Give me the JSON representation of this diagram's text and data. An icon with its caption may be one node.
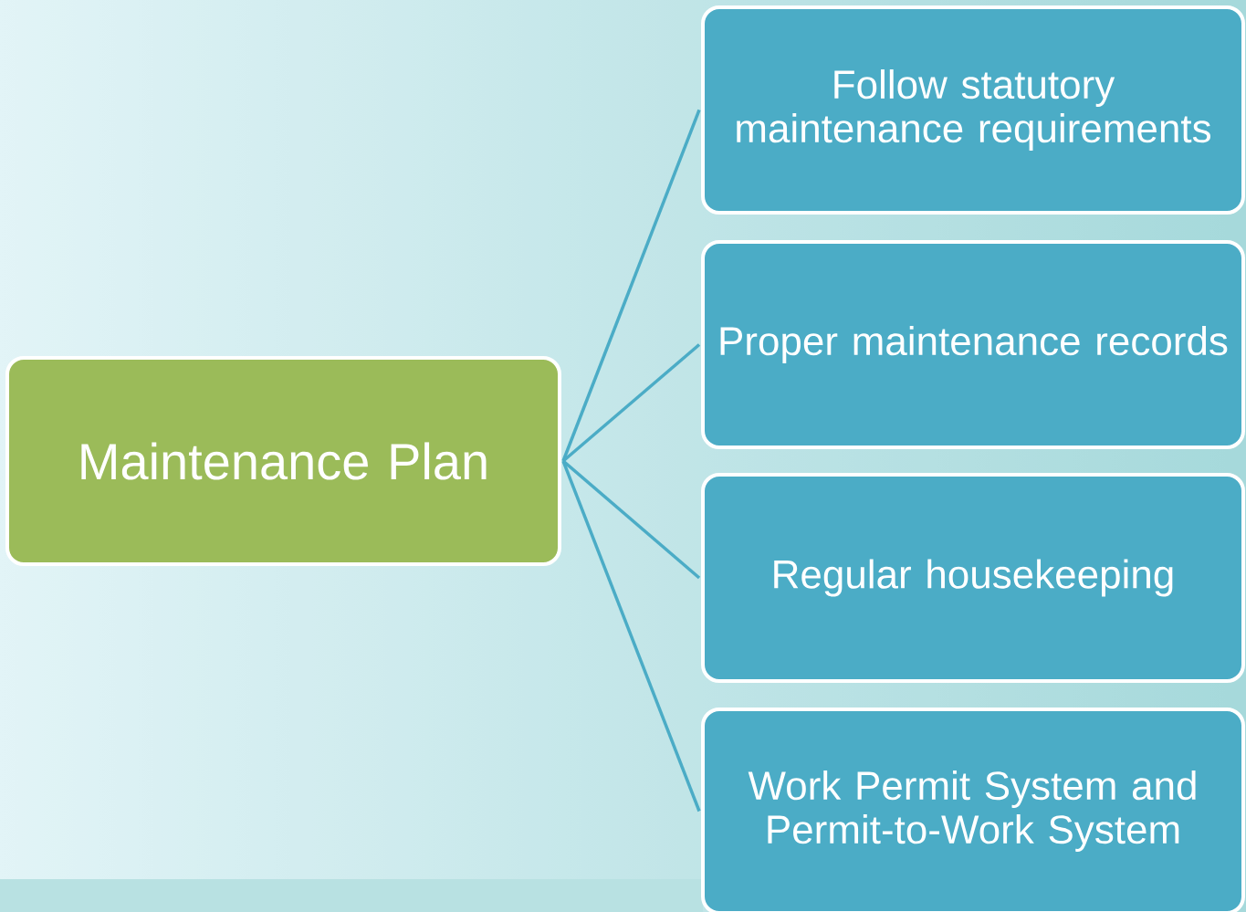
{
  "diagram": {
    "nodes": [
      {
        "text": [
          "Maintenance Plan"
        ]
      },
      {
        "text": [
          "Follow statutory maintenance requirements"
        ]
      },
      {
        "text": [
          "Proper maintenance records"
        ]
      },
      {
        "text": [
          "Regular housekeeping"
        ]
      },
      {
        "text": [
          "Work Permit System and Permit-to-Work System"
        ]
      }
    ],
    "edges": [
      {
        "from": 0,
        "to": 1,
        "arrow": "none"
      },
      {
        "from": 0,
        "to": 2,
        "arrow": "none"
      },
      {
        "from": 0,
        "to": 3,
        "arrow": "none"
      },
      {
        "from": 0,
        "to": 4,
        "arrow": "none"
      }
    ]
  }
}
